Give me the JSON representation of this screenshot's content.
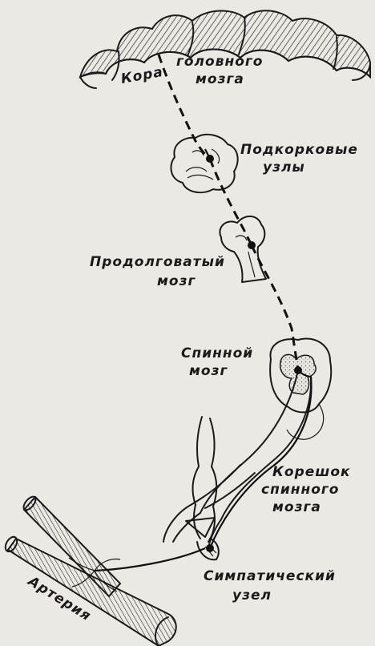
{
  "labels": {
    "cortex_1": "Кора",
    "cortex_2": "головного",
    "cortex_3": "мозга",
    "subcortical_1": "Подкорковые",
    "subcortical_2": "узлы",
    "medulla_1": "Продолговатый",
    "medulla_2": "мозг",
    "spinal_1": "Спинной",
    "spinal_2": "мозг",
    "root_1": "Корешок",
    "root_2": "спинного",
    "root_3": "мозга",
    "ganglion_1": "Симпатический",
    "ganglion_2": "узел",
    "artery": "Артерия"
  },
  "colors": {
    "ink": "#1a1a1a",
    "paper": "#ece9e4",
    "stipple": "#9a9a9a"
  }
}
